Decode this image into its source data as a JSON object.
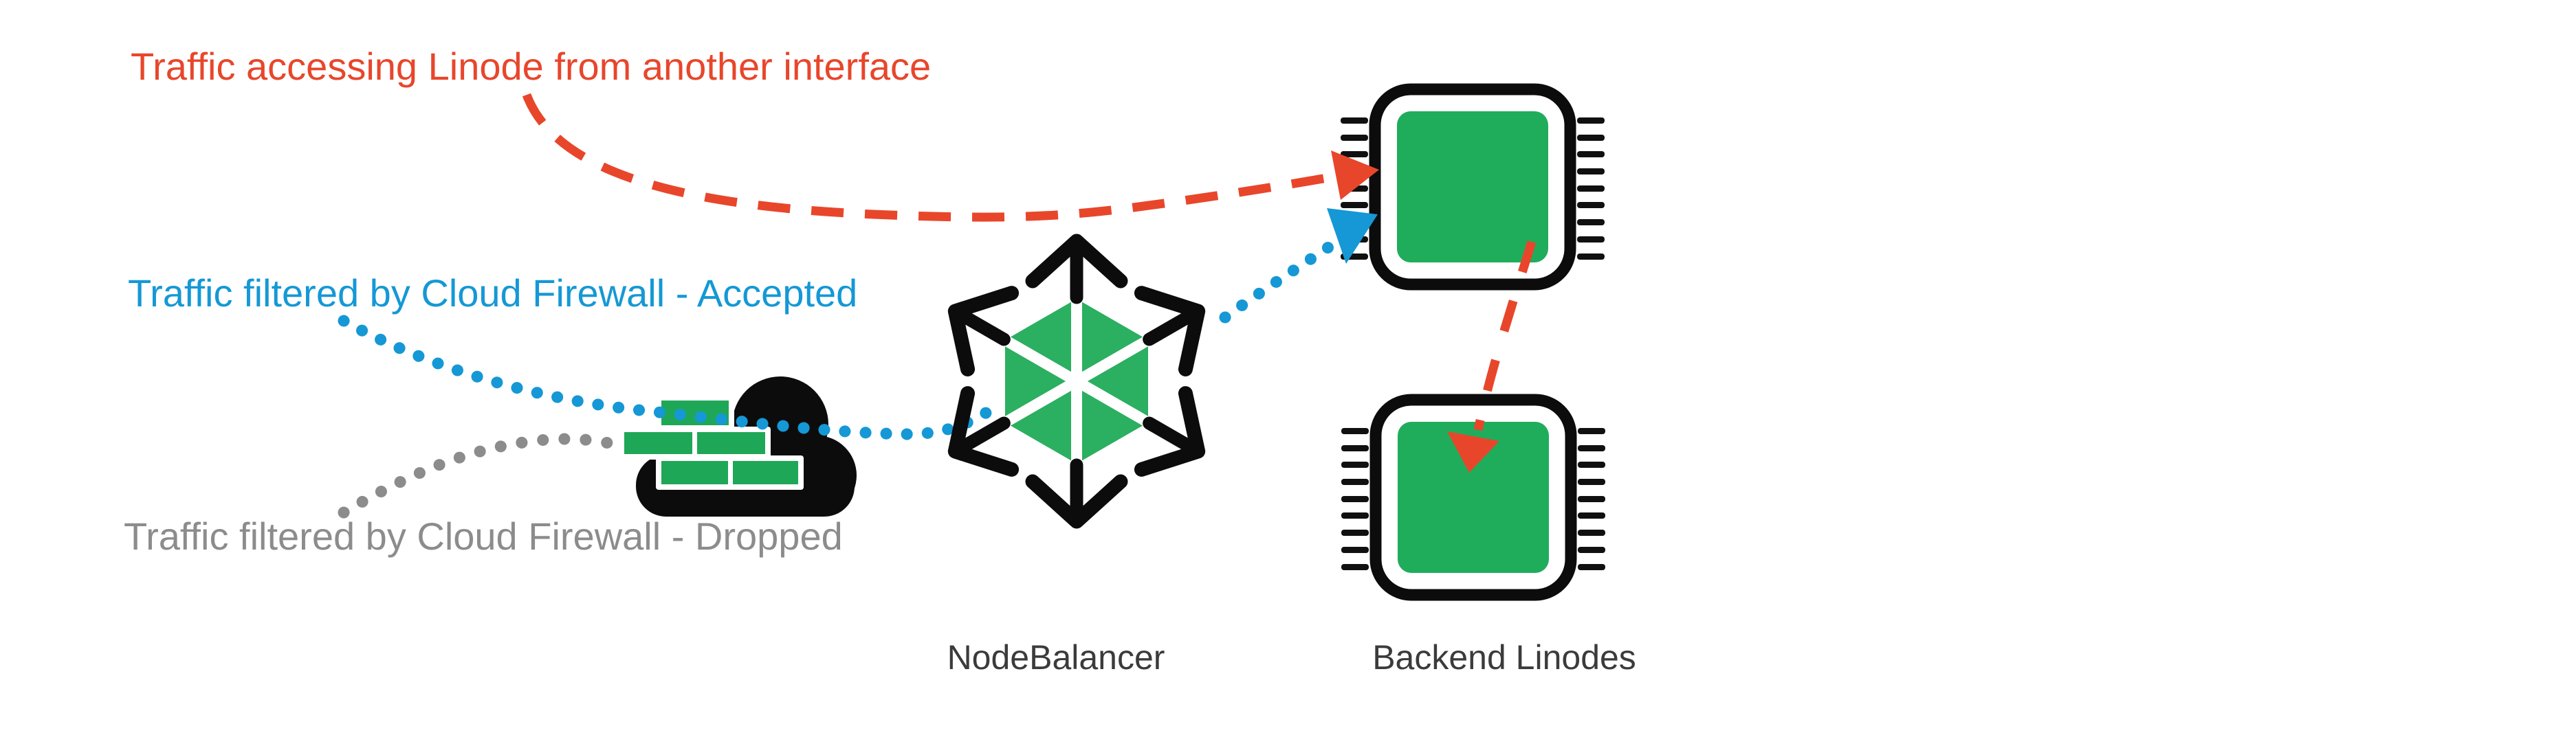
{
  "diagram": {
    "title_hint": "Cloud Firewall traffic flow to NodeBalancer and Backend Linodes",
    "annotations": {
      "another_interface": {
        "label": "Traffic accessing Linode from another interface",
        "color": "#e8462b",
        "line_style": "dashed"
      },
      "accepted": {
        "label": "Traffic filtered by Cloud Firewall - Accepted",
        "color": "#1598d5",
        "line_style": "dotted"
      },
      "dropped": {
        "label": "Traffic filtered by Cloud Firewall - Dropped",
        "color": "#8c8c8c",
        "line_style": "dotted"
      }
    },
    "nodes": {
      "firewall": {
        "icon": "cloud-firewall-icon"
      },
      "nodebalancer": {
        "label": "NodeBalancer",
        "icon": "nodebalancer-icon"
      },
      "backend_linodes": {
        "label": "Backend Linodes",
        "icon": "linode-chip-icon",
        "count": 2
      }
    },
    "colors": {
      "red": "#e8462b",
      "blue": "#1598d5",
      "gray": "#8c8c8c",
      "green_brick": "#1fa758",
      "green_chip": "#1fad5c",
      "green_hex": "#2baf60",
      "black": "#0c0c0c",
      "label_text": "#3b3b3b",
      "background": "#ffffff"
    }
  }
}
